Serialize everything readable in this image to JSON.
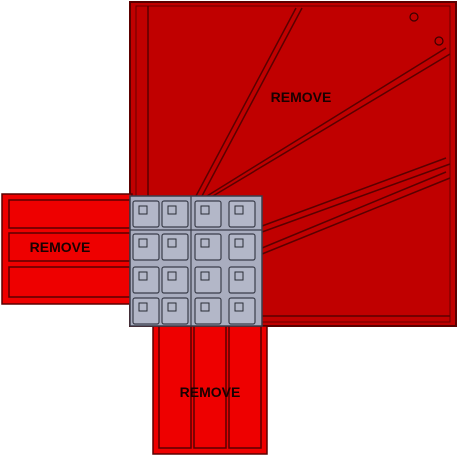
{
  "labels": {
    "top_right": "REMOVE",
    "left": "REMOVE",
    "bottom": "REMOVE"
  },
  "colors": {
    "background": "#ffffff",
    "large_panel": "#c00000",
    "side_strips": "#ee0000",
    "outline": "#5a0000",
    "grid_block": "#a9adbf",
    "grid_outline": "#3a3d4a",
    "label_text": "#1a0000"
  }
}
